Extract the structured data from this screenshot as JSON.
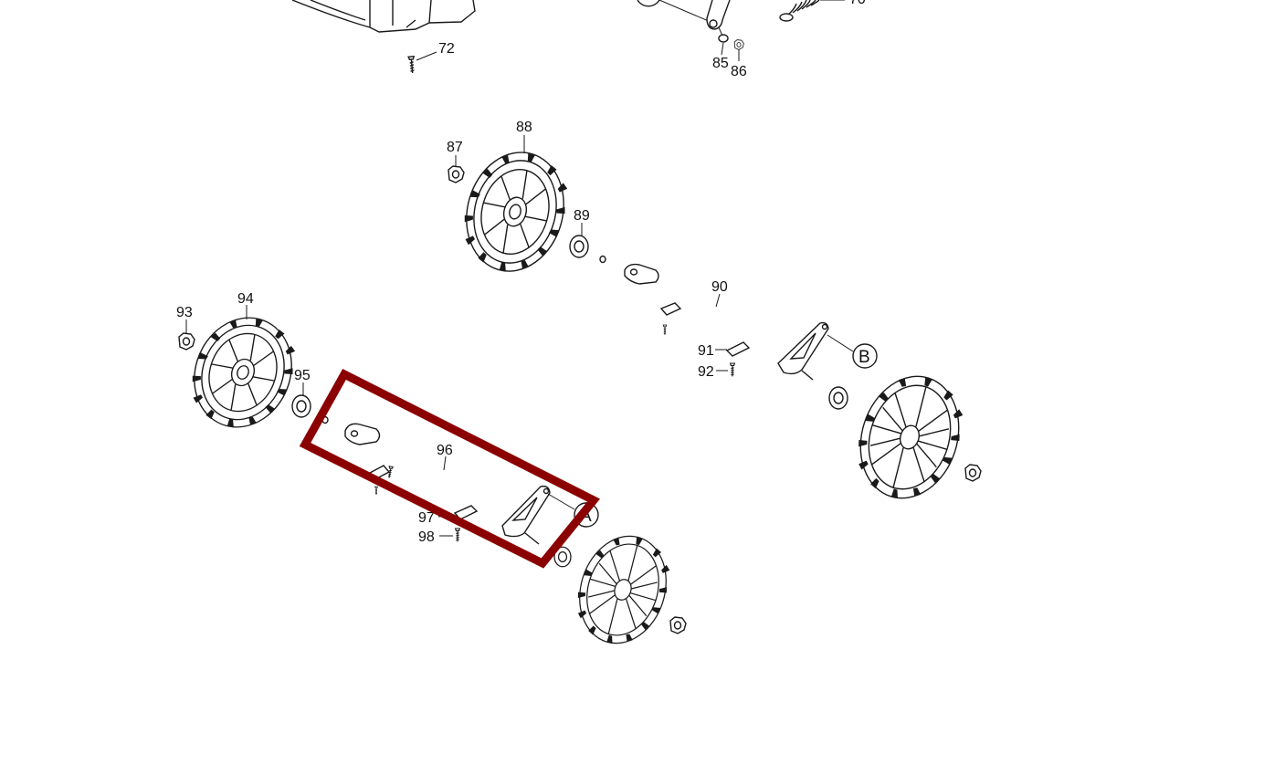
{
  "part_labels": {
    "p70": "70",
    "p72": "72",
    "p85": "85",
    "p86": "86",
    "p87": "87",
    "p88": "88",
    "p89": "89",
    "p90": "90",
    "p91": "91",
    "p92": "92",
    "p93": "93",
    "p94": "94",
    "p95": "95",
    "p96": "96",
    "p97": "97",
    "p98": "98"
  },
  "callouts": {
    "a": "A",
    "b": "B"
  },
  "highlight": {
    "color": "#8b0000",
    "target": "96"
  }
}
